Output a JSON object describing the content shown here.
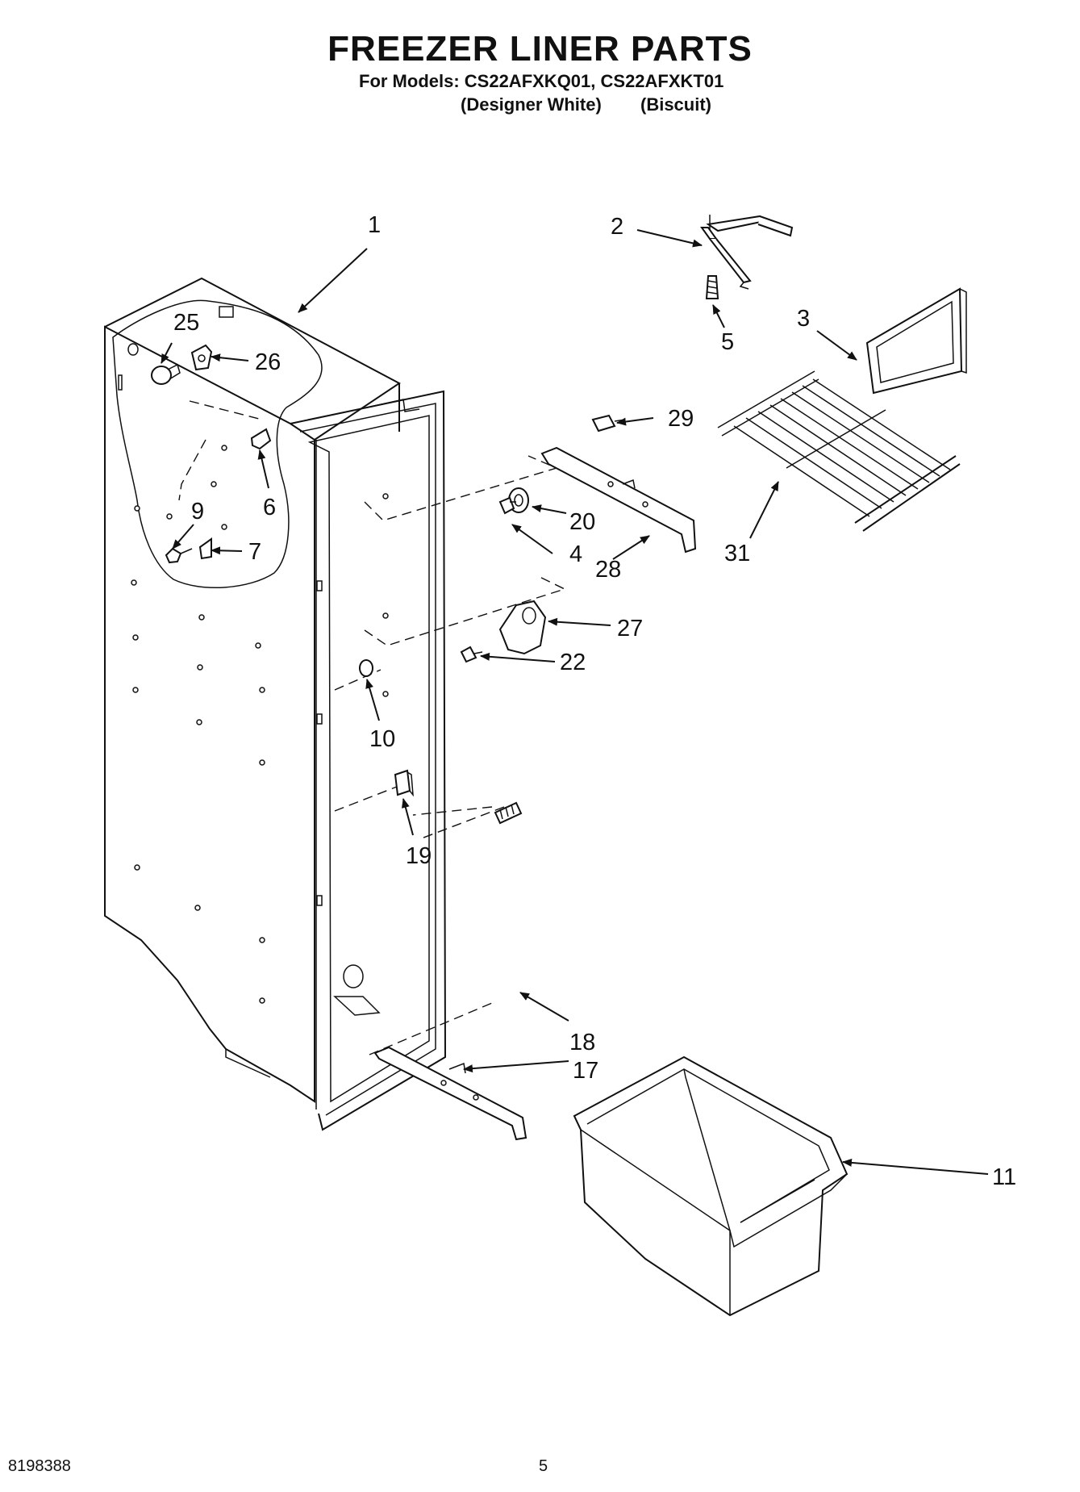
{
  "header": {
    "title": "FREEZER LINER PARTS",
    "models_line": "For Models: CS22AFXKQ01, CS22AFXKT01",
    "color_1": "(Designer White)",
    "color_2": "(Biscuit)"
  },
  "callouts": {
    "c1": "1",
    "c2": "2",
    "c3": "3",
    "c4": "4",
    "c5": "5",
    "c6": "6",
    "c7": "7",
    "c9": "9",
    "c10": "10",
    "c11": "11",
    "c17": "17",
    "c18": "18",
    "c19": "19",
    "c20": "20",
    "c22": "22",
    "c25": "25",
    "c26": "26",
    "c27": "27",
    "c28": "28",
    "c29": "29",
    "c31": "31"
  },
  "footer": {
    "doc_number": "8198388",
    "page_number": "5"
  }
}
